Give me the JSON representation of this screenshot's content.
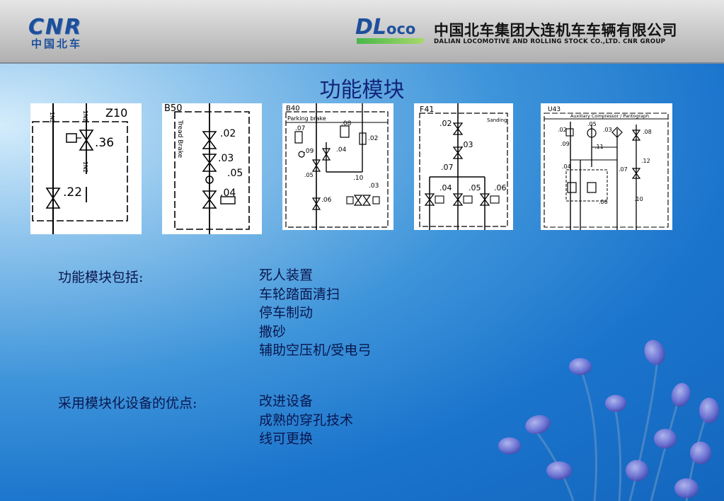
{
  "header": {
    "cnr_logo": "CNR",
    "cnr_logo_cn": "中国北车",
    "dl_logo_d": "DL",
    "dl_logo_oco": "oco",
    "company_cn": "中国北车集团大连机车车辆有限公司",
    "company_en": "DALIAN LOCOMOTIVE AND ROLLING STOCK CO.,LTD. CNR GROUP"
  },
  "title": "功能模块",
  "diagrams": [
    {
      "code": "Z10",
      "labels": [
        ".36",
        ".22"
      ]
    },
    {
      "code": "B50",
      "side": "Tread Brake",
      "labels": [
        ".02",
        ".03",
        ".05",
        ".04"
      ]
    },
    {
      "code": "B40",
      "heading": "Parking brake",
      "labels": [
        ".07",
        ".08",
        ".02",
        ".09",
        ".04",
        ".05",
        ".06",
        ".10",
        ".03"
      ]
    },
    {
      "code": "F41",
      "heading": "Sanding",
      "labels": [
        ".02",
        ".03",
        ".07",
        ".04",
        ".05",
        ".06"
      ]
    },
    {
      "code": "U43",
      "heading": "Auxiliary Compressor / Pantograph",
      "labels": [
        ".02",
        ".05",
        ".03",
        ".08",
        ".09",
        ".11",
        ".12",
        ".04",
        ".07",
        ".10",
        ".06"
      ]
    }
  ],
  "section1": {
    "label": "功能模块包括:",
    "items": [
      "死人装置",
      "车轮踏面清扫",
      "停车制动",
      "撒砂",
      "辅助空压机/受电弓"
    ]
  },
  "section2": {
    "label": "采用模块化设备的优点:",
    "items": [
      "改进设备",
      "成熟的穿孔技术",
      "线可更换"
    ]
  },
  "colors": {
    "title": "#12257a",
    "body_text": "#0a174f",
    "logo_blue": "#1d4f9a"
  }
}
